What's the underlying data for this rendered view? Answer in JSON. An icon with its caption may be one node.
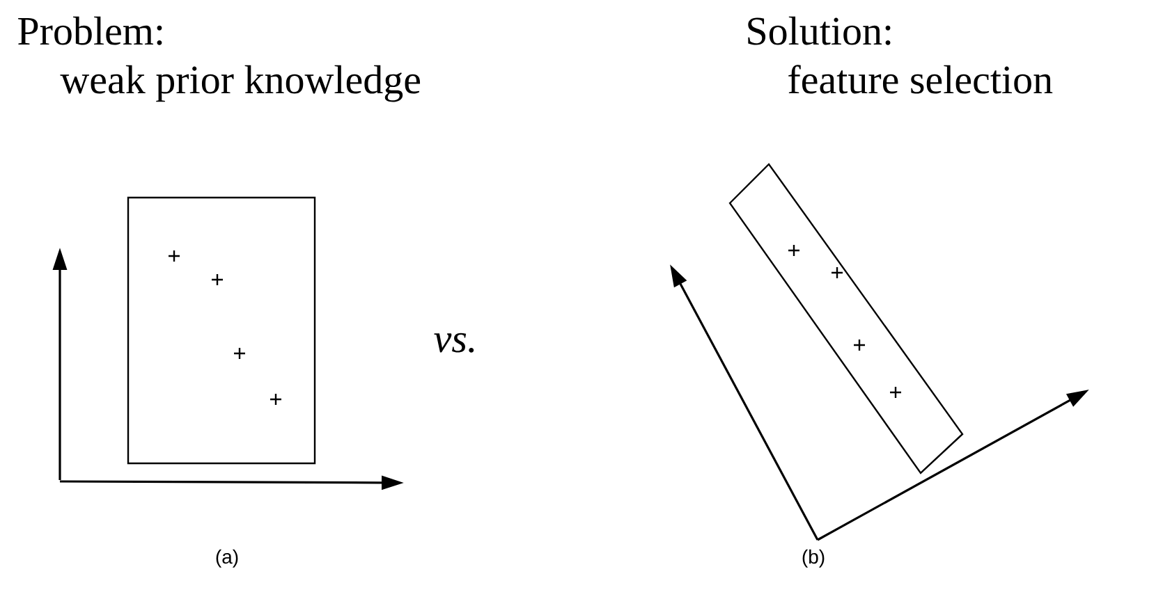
{
  "diagram": {
    "labels": [
      "Problem:",
      "weak prior knowledge",
      "Solution:",
      "feature selection",
      "vs.",
      "(a)",
      "(b)"
    ]
  }
}
